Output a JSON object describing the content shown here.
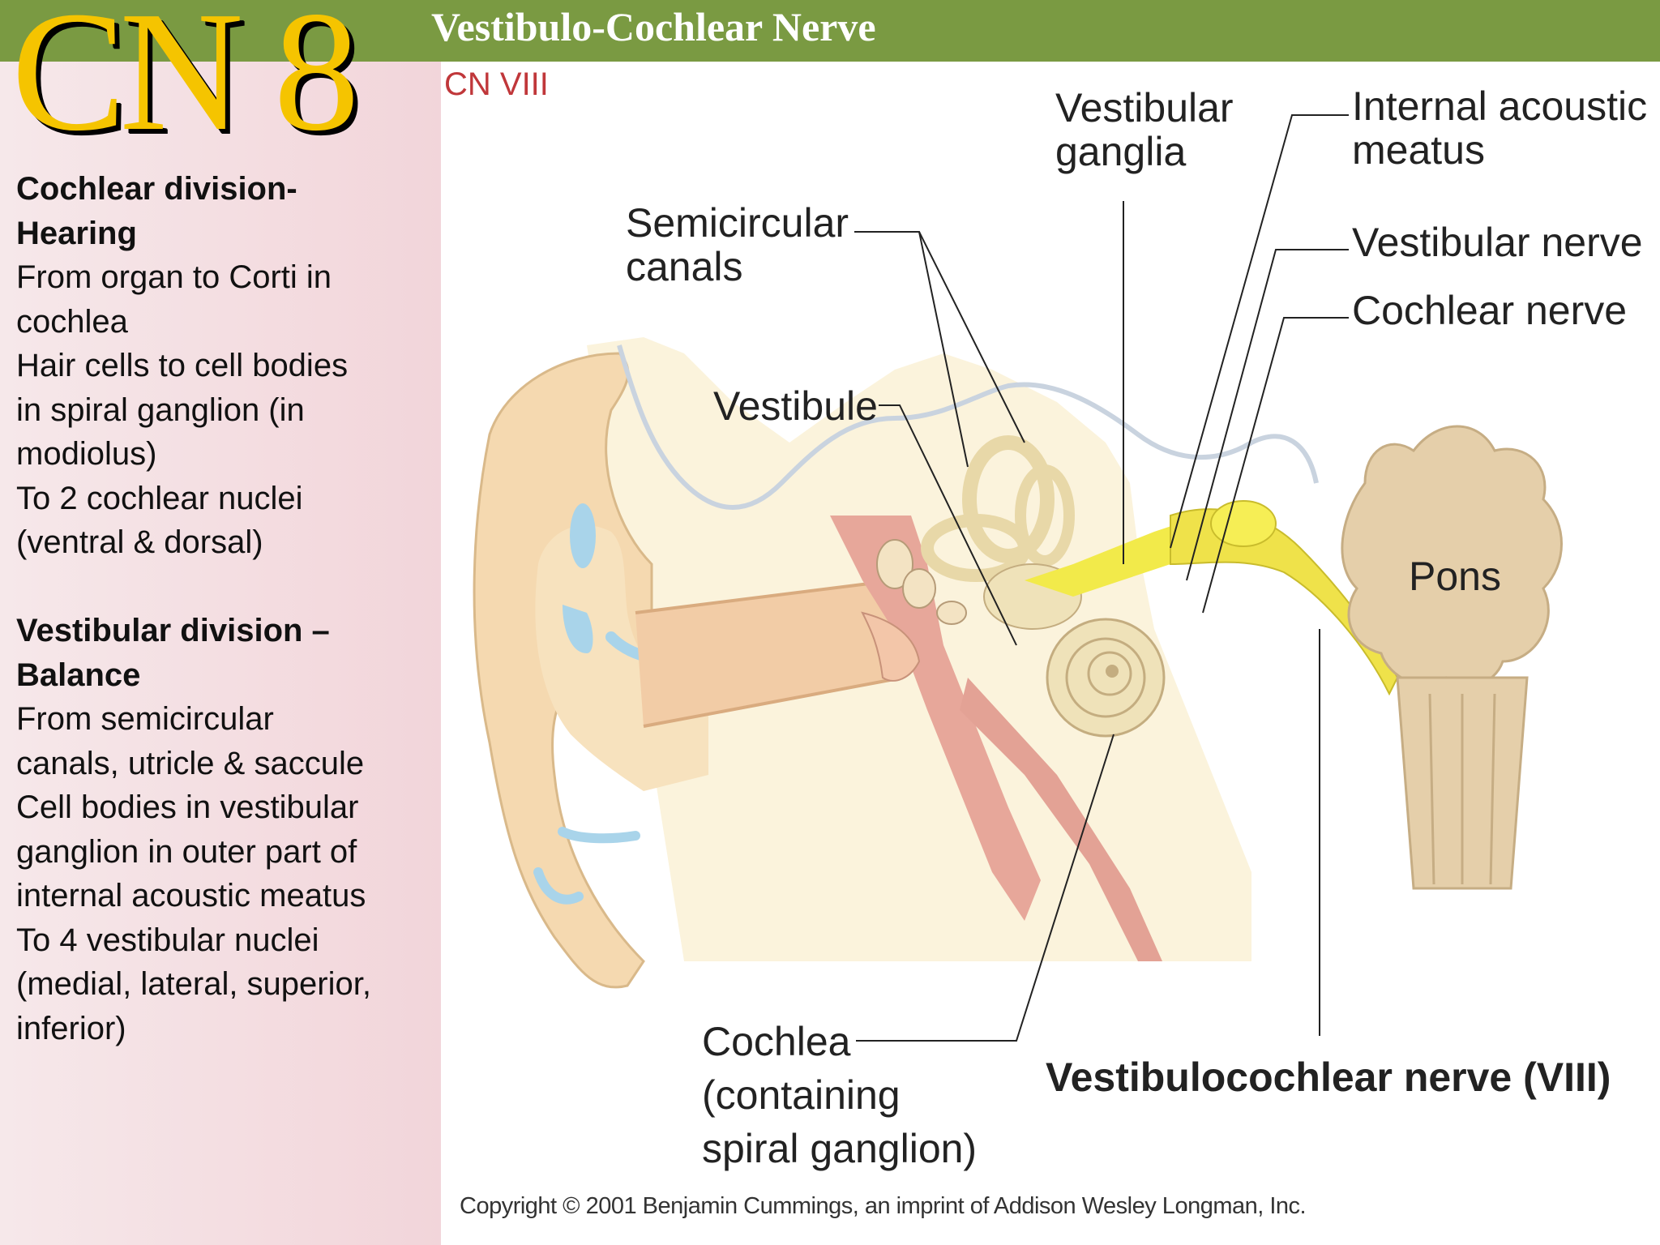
{
  "slide": {
    "big_title": "CN 8",
    "subtitle": "Vestibulo-Cochlear Nerve",
    "subtitle2": "CN VIII",
    "header_color": "#7a9a42",
    "title_color": "#f5c400"
  },
  "text": {
    "cochlear_heading_1": "Cochlear division-",
    "cochlear_heading_2": "Hearing",
    "cochlear_lines": [
      "From organ to Corti in",
      "cochlea",
      "Hair cells to cell bodies",
      "in spiral ganglion (in",
      "modiolus)",
      "To 2 cochlear nuclei",
      "(ventral & dorsal)"
    ],
    "vestibular_heading_1": "Vestibular division –",
    "vestibular_heading_2": "Balance",
    "vestibular_lines": [
      "From semicircular",
      "canals, utricle & saccule",
      "Cell bodies in vestibular",
      "ganglion in outer part of",
      "internal acoustic meatus",
      "To 4 vestibular nuclei",
      "(medial, lateral, superior,",
      "inferior)"
    ]
  },
  "diagram": {
    "labels": {
      "vestibular_ganglia_1": "Vestibular",
      "vestibular_ganglia_2": "ganglia",
      "internal_acoustic_1": "Internal acoustic",
      "internal_acoustic_2": "meatus",
      "semicircular_1": "Semicircular",
      "semicircular_2": "canals",
      "vestibular_nerve": "Vestibular nerve",
      "cochlear_nerve": "Cochlear nerve",
      "vestibule": "Vestibule",
      "pons": "Pons",
      "cochlea_1": "Cochlea",
      "cochlea_2": "(containing",
      "cochlea_3": "spiral ganglion)",
      "vestibulocochlear": "Vestibulocochlear nerve (VIII)"
    },
    "copyright": "Copyright © 2001 Benjamin Cummings, an imprint of Addison Wesley Longman, Inc."
  }
}
